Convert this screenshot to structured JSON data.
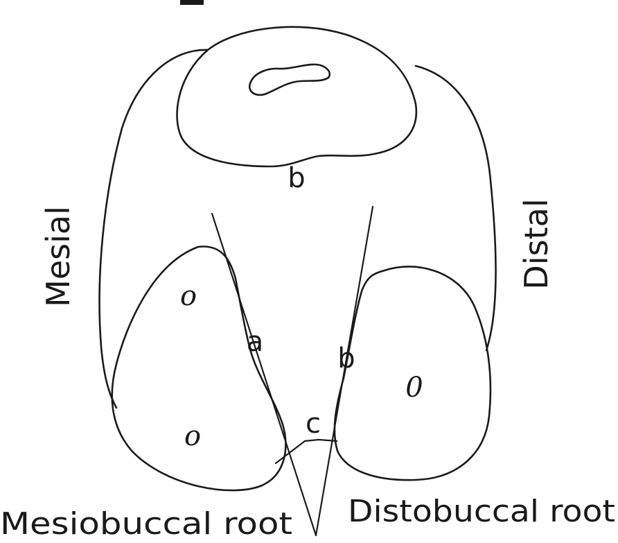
{
  "diagram": {
    "labels": {
      "top_b": "b",
      "mesial": "Mesial",
      "distal": "Distal",
      "a": "a",
      "b": "b",
      "c": "c",
      "mesiobuccal_root": "Mesiobuccal root",
      "distobuccal_root": "Distobuccal root"
    },
    "canal_marks": {
      "mb_upper": "o",
      "mb_lower": "o",
      "db": "0"
    }
  }
}
